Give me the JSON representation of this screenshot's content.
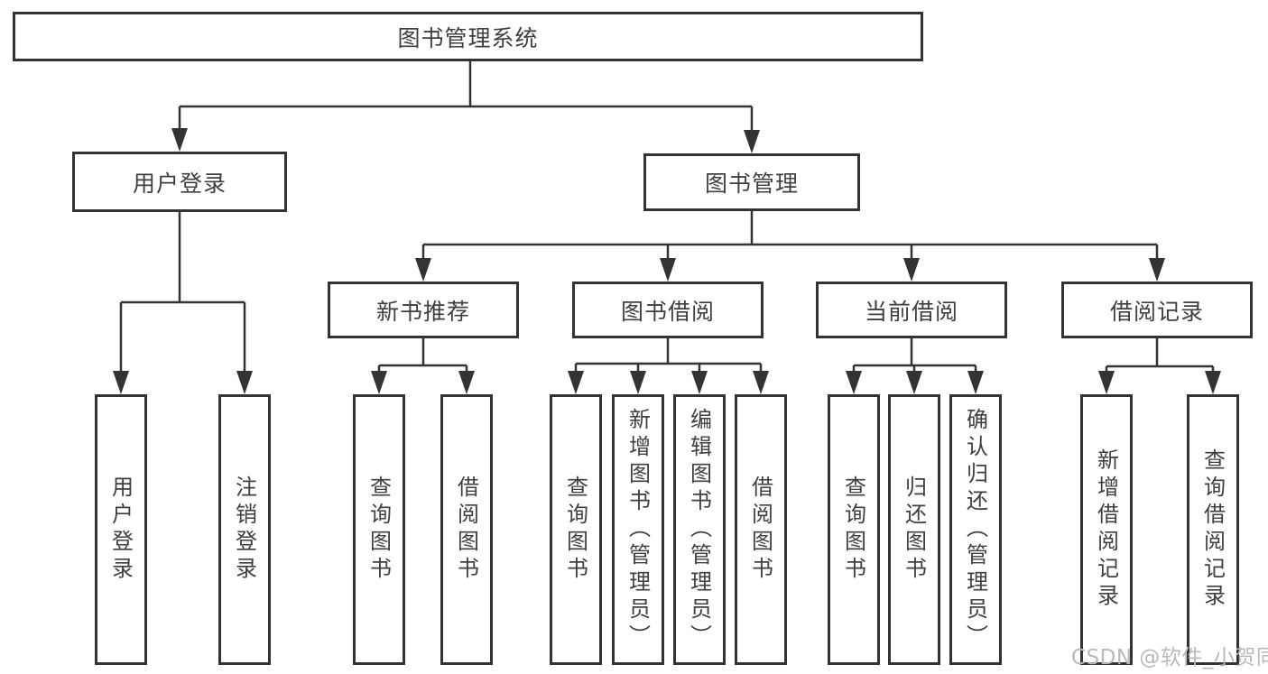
{
  "colors": {
    "line": "#333333",
    "box_border": "#333333",
    "box_fill": "#ffffff",
    "text": "#3f3f3f",
    "watermark": "#b9b9b9"
  },
  "watermark": "CSDN @软件_小贺同学",
  "tree": {
    "root": {
      "label": "图书管理系统"
    },
    "branches": [
      {
        "label": "用户登录",
        "children": [
          {
            "label": "用户登录"
          },
          {
            "label": "注销登录"
          }
        ]
      },
      {
        "label": "图书管理",
        "children": [
          {
            "label": "新书推荐",
            "children": [
              {
                "label": "查询图书"
              },
              {
                "label": "借阅图书"
              }
            ]
          },
          {
            "label": "图书借阅",
            "children": [
              {
                "label": "查询图书"
              },
              {
                "label": "新增图书（管理员）"
              },
              {
                "label": "编辑图书（管理员）"
              },
              {
                "label": "借阅图书"
              }
            ]
          },
          {
            "label": "当前借阅",
            "children": [
              {
                "label": "查询图书"
              },
              {
                "label": "归还图书"
              },
              {
                "label": "确认归还（管理员）"
              }
            ]
          },
          {
            "label": "借阅记录",
            "children": [
              {
                "label": "新增借阅记录"
              },
              {
                "label": "查询借阅记录"
              }
            ]
          }
        ]
      }
    ]
  }
}
